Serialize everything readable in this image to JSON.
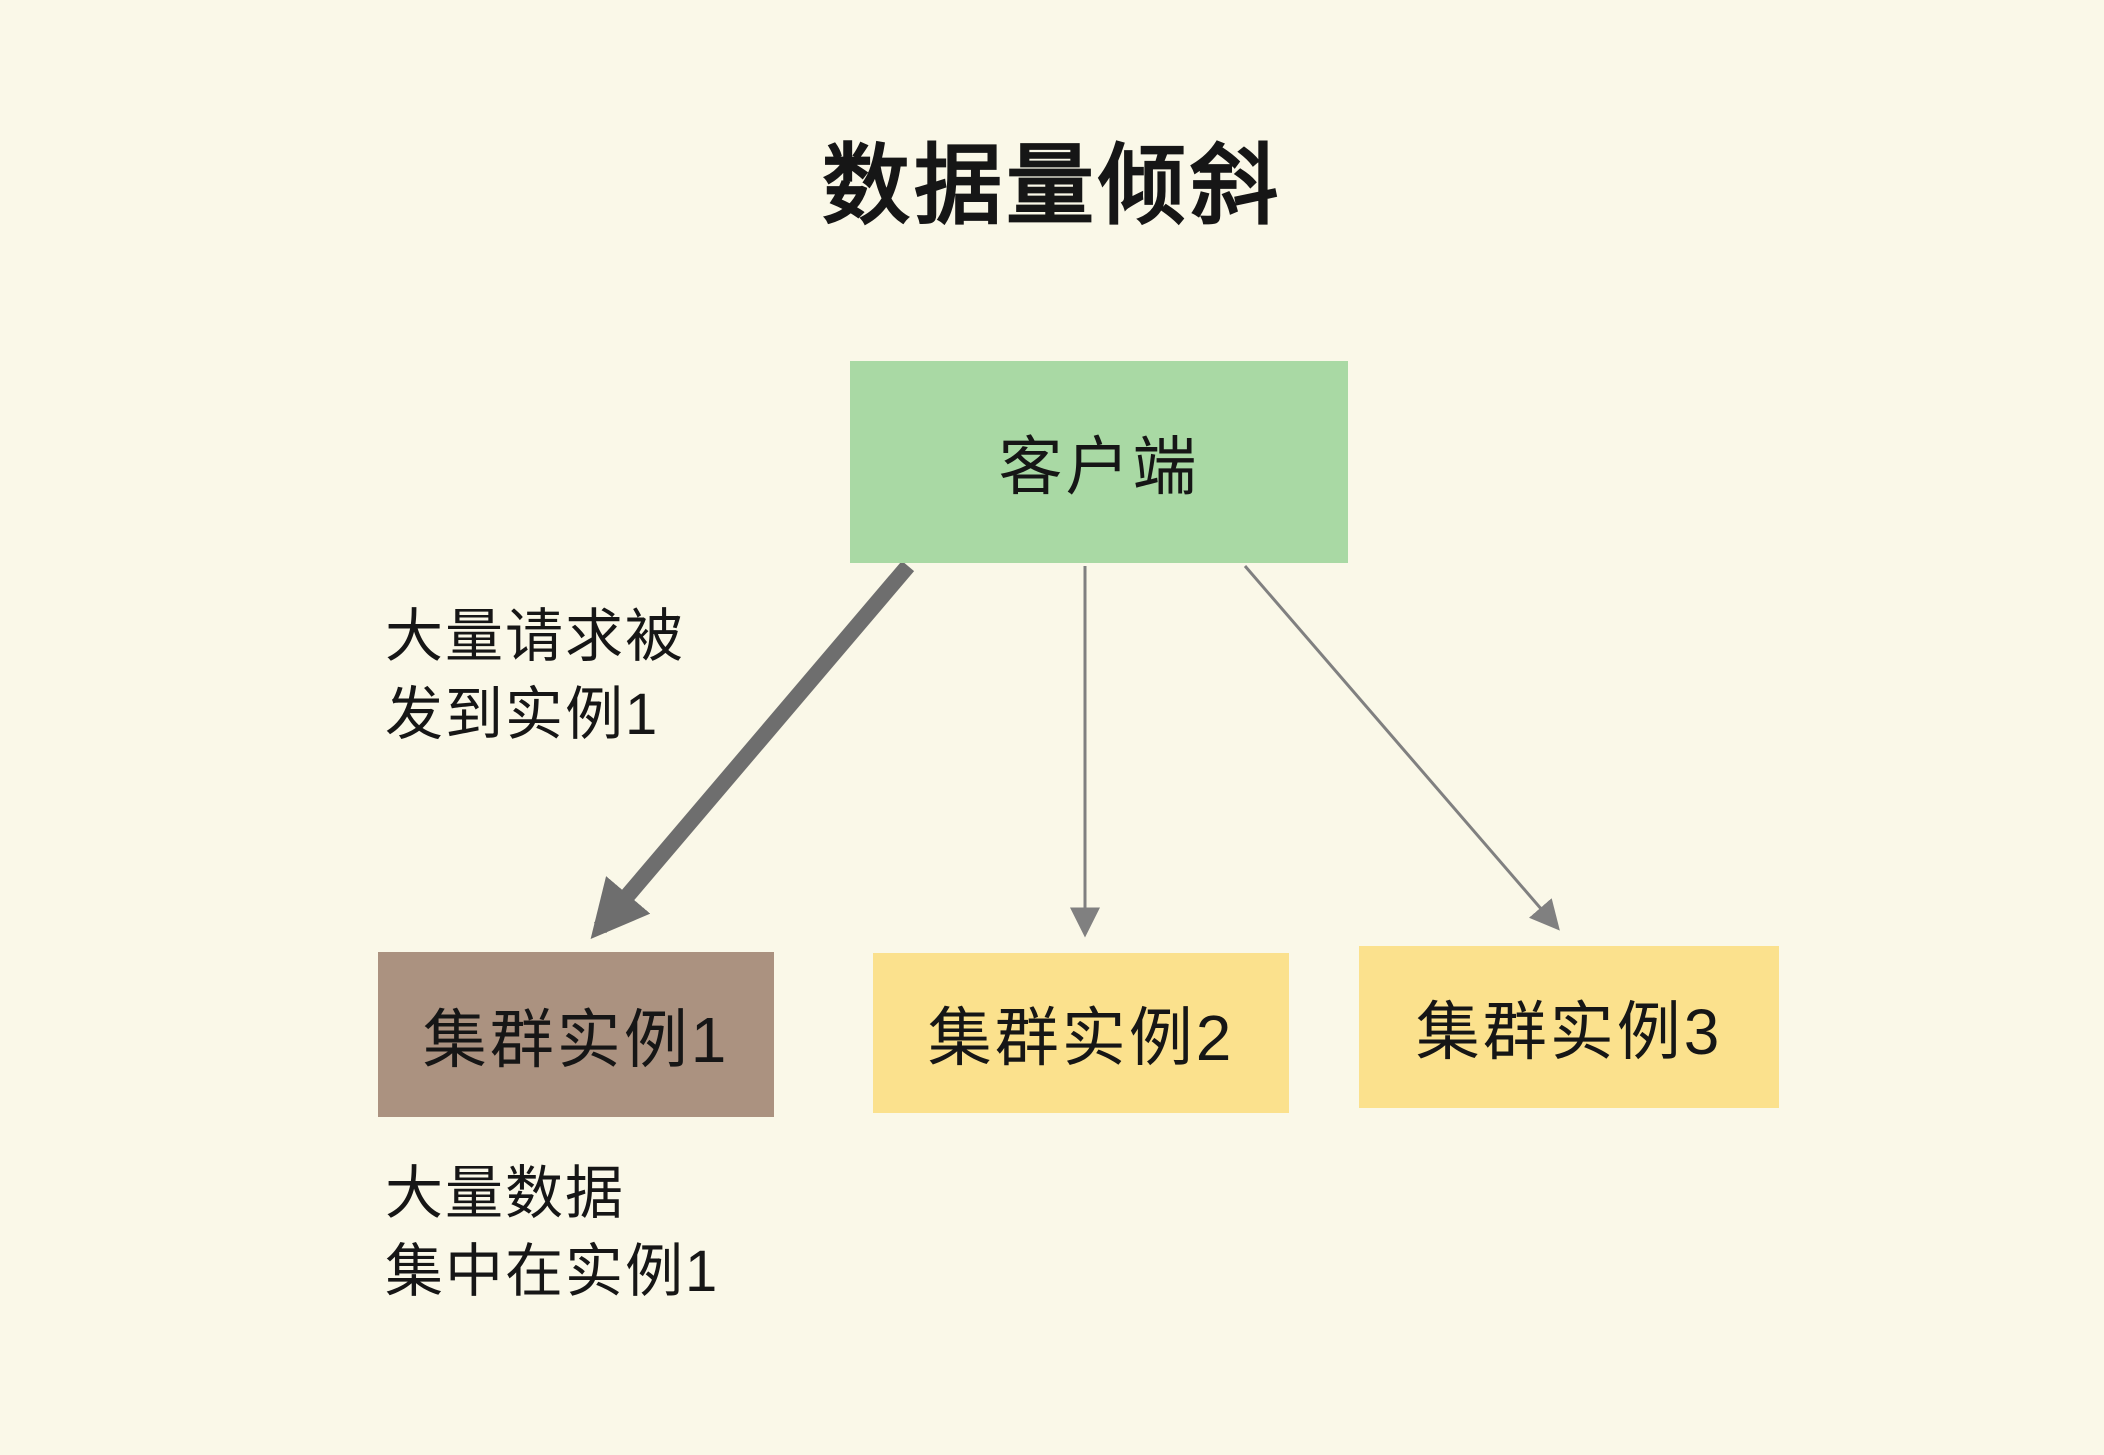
{
  "title": "数据量倾斜",
  "nodes": {
    "client": {
      "label": "客户端"
    },
    "instance1": {
      "label": "集群实例1"
    },
    "instance2": {
      "label": "集群实例2"
    },
    "instance3": {
      "label": "集群实例3"
    }
  },
  "annotations": {
    "requests": {
      "line1": "大量请求被",
      "line2": "发到实例1"
    },
    "data_skew": {
      "line1": "大量数据",
      "line2": "集中在实例1"
    }
  },
  "colors": {
    "background": "#faf8e8",
    "client_box": "#a9d9a4",
    "instance1_box": "#ab9280",
    "instance_box": "#fbe18d",
    "arrow_thick": "#6e6e6e",
    "arrow_thin": "#808080",
    "text": "#161616"
  }
}
